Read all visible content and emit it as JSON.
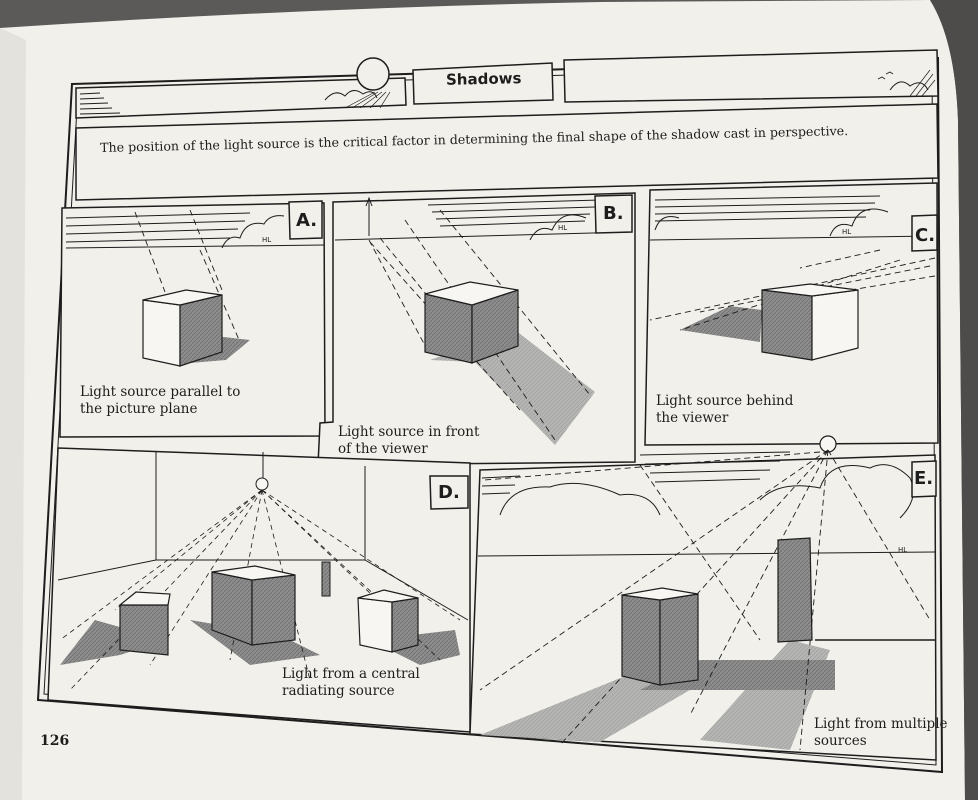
{
  "header": {
    "title": "Shadows",
    "intro": "The position of the light source is the critical factor in determining the final shape of the shadow cast in perspective."
  },
  "panels": [
    {
      "letter": "A.",
      "caption_lines": [
        "Light source parallel to",
        "the picture plane"
      ],
      "hl": "HL"
    },
    {
      "letter": "B.",
      "caption_lines": [
        "Light source in front",
        "of the viewer"
      ],
      "hl": "HL"
    },
    {
      "letter": "C.",
      "caption_lines": [
        "Light source behind",
        "the viewer"
      ],
      "hl": "HL"
    },
    {
      "letter": "D.",
      "caption_lines": [
        "Light from a central",
        "radiating source"
      ]
    },
    {
      "letter": "E.",
      "caption_lines": [
        "Light from multiple",
        "sources"
      ],
      "hl": "HL"
    }
  ],
  "page_number": "126",
  "colors": {
    "paper": "#f2f0ea",
    "ink": "#1d1d1d",
    "shade": "#8a8a8a",
    "background": "#5b5a58"
  }
}
